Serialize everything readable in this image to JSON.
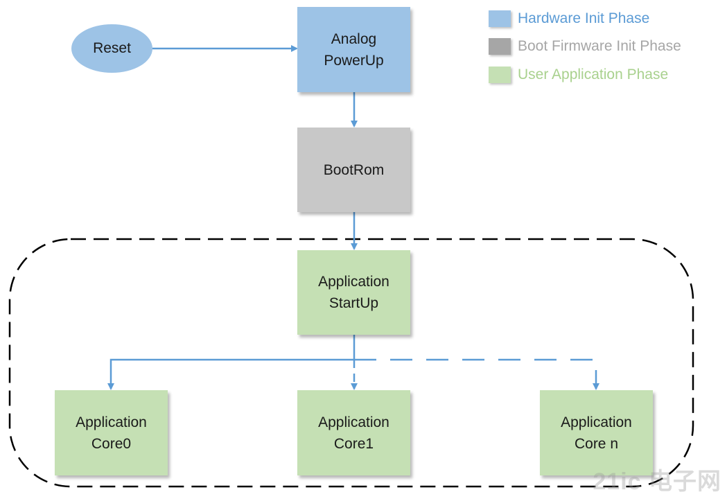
{
  "nodes": {
    "reset": "Reset",
    "analog_powerup": "Analog\nPowerUp",
    "bootrom": "BootRom",
    "application_startup": "Application\nStartUp",
    "application_core0": "Application\nCore0",
    "application_core1": "Application\nCore1",
    "application_core_n": "Application\nCore n"
  },
  "legend": [
    {
      "label": "Hardware Init Phase",
      "color": "#9dc3e6",
      "text_color": "#5b9bd5"
    },
    {
      "label": "Boot Firmware Init Phase",
      "color": "#a6a6a6",
      "text_color": "#a6a6a6"
    },
    {
      "label": "User Application Phase",
      "color": "#c5e0b4",
      "text_color": "#a9d18e"
    }
  ],
  "colors": {
    "arrow": "#5b9bd5",
    "hardware": "#9dc3e6",
    "boot_firmware": "#c8c8c8",
    "user_application": "#c5e0b4",
    "dashed_border": "#000000"
  },
  "watermark": "21ic 电子网"
}
